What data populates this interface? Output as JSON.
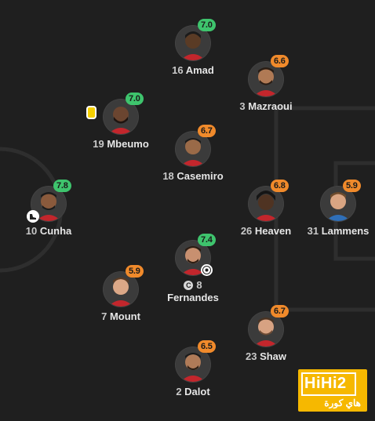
{
  "players": [
    {
      "number": "16",
      "name": "Amad",
      "rating": "7.0",
      "rating_color": "green"
    },
    {
      "number": "3",
      "name": "Mazraoui",
      "rating": "6.6",
      "rating_color": "orange"
    },
    {
      "number": "19",
      "name": "Mbeumo",
      "rating": "7.0",
      "rating_color": "green",
      "card": "yellow-card-icon"
    },
    {
      "number": "18",
      "name": "Casemiro",
      "rating": "6.7",
      "rating_color": "orange"
    },
    {
      "number": "10",
      "name": "Cunha",
      "rating": "7.8",
      "rating_color": "green",
      "extra_icon": "boot-icon"
    },
    {
      "number": "26",
      "name": "Heaven",
      "rating": "6.8",
      "rating_color": "orange"
    },
    {
      "number": "31",
      "name": "Lammens",
      "rating": "5.9",
      "rating_color": "orange"
    },
    {
      "number": "8",
      "name": "Fernandes",
      "rating": "7.4",
      "rating_color": "green",
      "captain": "C",
      "extra_icon": "ball-icon"
    },
    {
      "number": "7",
      "name": "Mount",
      "rating": "5.9",
      "rating_color": "orange"
    },
    {
      "number": "23",
      "name": "Shaw",
      "rating": "6.7",
      "rating_color": "orange"
    },
    {
      "number": "2",
      "name": "Dalot",
      "rating": "6.5",
      "rating_color": "orange"
    }
  ],
  "logo": {
    "text": "HiHi2",
    "subtitle": "هاي كورة"
  },
  "colors": {
    "background": "#1f1f1f",
    "green": "#3ec46d",
    "orange": "#f08a2b",
    "logo": "#f6b800"
  }
}
